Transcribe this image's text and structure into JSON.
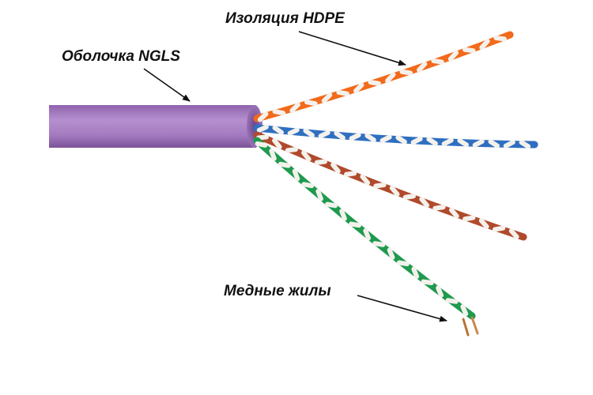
{
  "labels": {
    "insulation": "Изоляция HDPE",
    "sheath": "Оболочка NGLS",
    "copper": "Медные жилы"
  },
  "colors": {
    "background": "#ffffff",
    "sheath": "#a981c4",
    "pair_orange": "#f26a1b",
    "pair_blue": "#2f6fc0",
    "pair_brown": "#b04a2c",
    "pair_green": "#1f9a4e",
    "white_wire": "#f4f1ec",
    "copper": "#b87333",
    "text": "#111111"
  },
  "parts": [
    "sheath",
    "pair-orange",
    "pair-blue",
    "pair-brown",
    "pair-green",
    "copper-conductors"
  ]
}
